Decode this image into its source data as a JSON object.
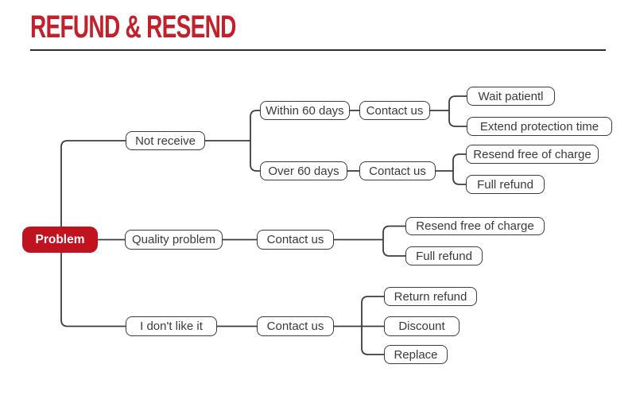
{
  "header": {
    "title": "REFUND & RESEND"
  },
  "colors": {
    "accent_red": "#c1121f",
    "title_red": "#c2202a",
    "line_gray": "#3c3c3c"
  },
  "diagram": {
    "type": "mindmap-flowchart",
    "root": {
      "label": "Problem"
    },
    "branches": [
      {
        "label": "Not receive",
        "children": [
          {
            "label": "Within 60 days",
            "action": "Contact us",
            "outcomes": [
              "Wait patientl",
              "Extend protection time"
            ]
          },
          {
            "label": "Over 60 days",
            "action": "Contact us",
            "outcomes": [
              "Resend free of charge",
              "Full refund"
            ]
          }
        ]
      },
      {
        "label": "Quality problem",
        "action": "Contact us",
        "outcomes": [
          "Resend free of charge",
          "Full refund"
        ]
      },
      {
        "label": "I don't like it",
        "action": "Contact us",
        "outcomes": [
          "Return refund",
          "Discount",
          "Replace"
        ]
      }
    ]
  }
}
